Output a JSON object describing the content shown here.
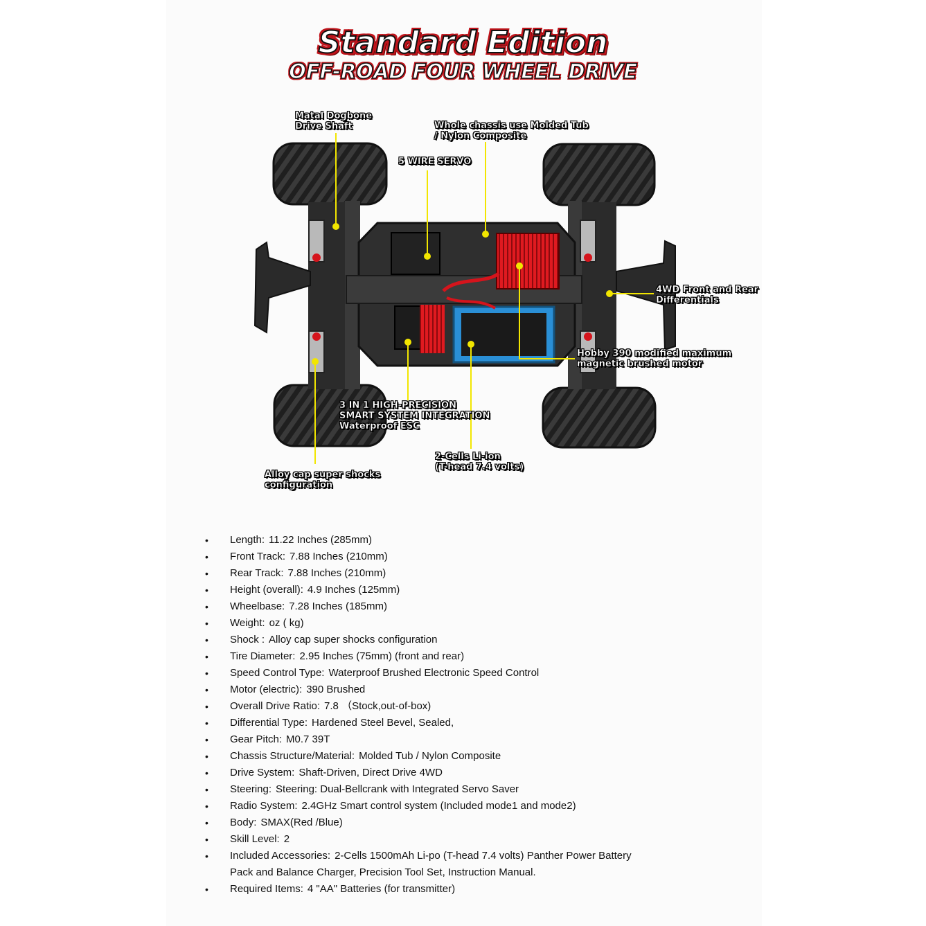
{
  "header": {
    "title": "Standard Edition",
    "subtitle": "OFF-ROAD FOUR WHEEL DRIVE"
  },
  "callouts": {
    "dogbone": [
      "Matal Dogbone",
      "Drive Shaft"
    ],
    "chassis": [
      "Whole chassis use Molded Tub",
      "/ Nylon Composite"
    ],
    "servo": [
      "5 WIRE SERVO"
    ],
    "differentials": [
      "4WD Front and Rear",
      "Differentials"
    ],
    "motor": [
      "Hobby 390 modified maximum",
      "magnetic brushed motor"
    ],
    "esc": [
      "3 IN 1 HIGH-PRECISION",
      "SMART SYSTEM INTEGRATION",
      "Waterproof ESC"
    ],
    "battery": [
      "2-Cells  Li-ion",
      "(T-head 7.4 volts)"
    ],
    "shocks": [
      "Alloy cap super shocks",
      "configuration"
    ]
  },
  "specs": [
    {
      "label": "Length:",
      "value": "11.22 Inches (285mm)"
    },
    {
      "label": "Front Track:",
      "value": "7.88 Inches (210mm)"
    },
    {
      "label": "Rear Track:",
      "value": "7.88 Inches (210mm)"
    },
    {
      "label": "Height (overall):",
      "value": "4.9 Inches (125mm)"
    },
    {
      "label": "Wheelbase:",
      "value": "7.28 Inches (185mm)"
    },
    {
      "label": "Weight:",
      "value": "oz (  kg)"
    },
    {
      "label": "Shock :",
      "value": "Alloy cap super shocks configuration"
    },
    {
      "label": "Tire Diameter:",
      "value": "2.95 Inches (75mm) (front and rear)"
    },
    {
      "label": "Speed Control Type:",
      "value": "Waterproof Brushed Electronic Speed Control"
    },
    {
      "label": "Motor (electric):",
      "value": "390 Brushed"
    },
    {
      "label": "Overall Drive Ratio:",
      "value": "7.8  （Stock,out-of-box)"
    },
    {
      "label": "Differential Type:",
      "value": "Hardened Steel Bevel, Sealed,"
    },
    {
      "label": "Gear Pitch:",
      "value": "M0.7 39T"
    },
    {
      "label": "Chassis Structure/Material:",
      "value": "Molded Tub / Nylon Composite"
    },
    {
      "label": "Drive System:",
      "value": "Shaft-Driven, Direct Drive 4WD"
    },
    {
      "label": "Steering:",
      "value": "Steering: Dual-Bellcrank with Integrated Servo Saver"
    },
    {
      "label": "Radio System:",
      "value": "2.4GHz  Smart control system (Included mode1 and mode2)"
    },
    {
      "label": "Body:",
      "value": "SMAX(Red /Blue)"
    },
    {
      "label": "Skill Level:",
      "value": "2"
    },
    {
      "label": "Included Accessories:",
      "value": "2-Cells 1500mAh Li-po (T-head 7.4 volts)  Panther Power Battery",
      "cont": "Pack and Balance Charger, Precision Tool Set, Instruction Manual."
    },
    {
      "label": "Required Items:",
      "value": "4 \"AA\" Batteries (for transmitter)"
    }
  ],
  "bullet": "•",
  "colors": {
    "title_outline": "#c0141b",
    "leader_line": "#f2e600",
    "motor_heatsink": "#d5141c",
    "battery_tray": "#2a8fd6"
  }
}
